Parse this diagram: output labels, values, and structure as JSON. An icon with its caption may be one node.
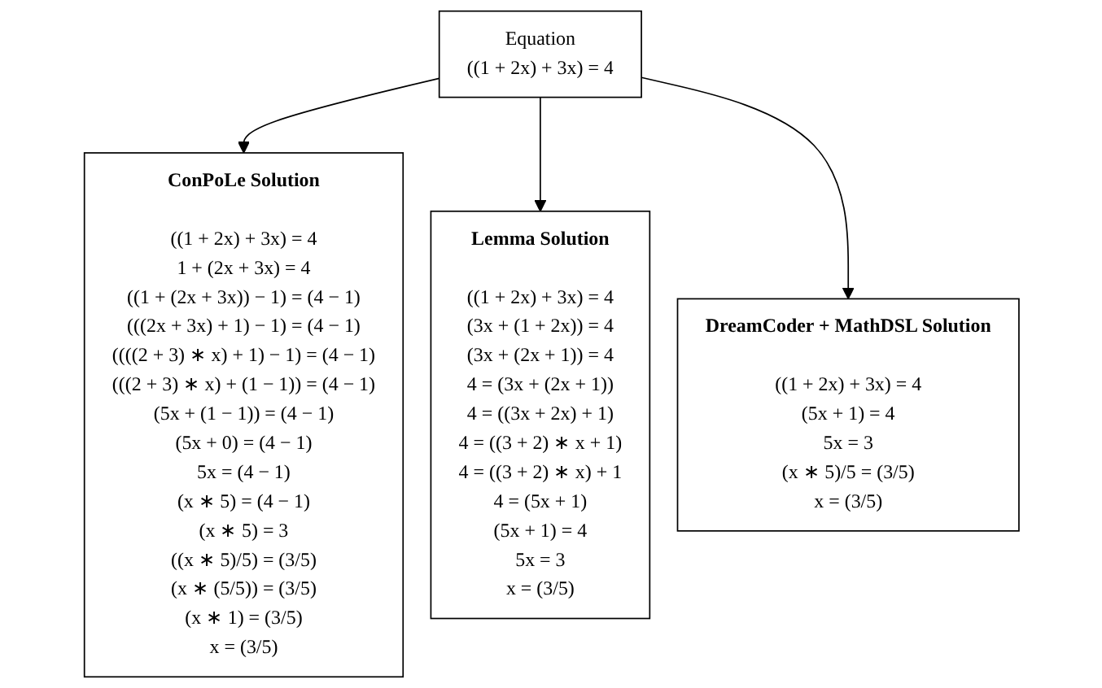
{
  "diagram": {
    "nodes": [
      {
        "text": [
          "Equation",
          "((1 + 2x) + 3x) = 4"
        ]
      },
      {
        "text": [
          "ConPoLe Solution",
          "((1 + 2x) + 3x) = 4",
          "1 + (2x + 3x) = 4",
          "((1 + (2x + 3x)) − 1) = (4 − 1)",
          "(((2x + 3x) + 1) − 1) = (4 − 1)",
          "((((2 + 3) ∗ x) + 1) − 1) = (4 − 1)",
          "(((2 + 3) ∗ x) + (1 − 1)) = (4 − 1)",
          "(5x + (1 − 1)) = (4 − 1)",
          "(5x + 0) = (4 − 1)",
          "5x = (4 − 1)",
          "(x ∗ 5) = (4 − 1)",
          "(x ∗ 5) = 3",
          "((x ∗ 5)/5) = (3/5)",
          "(x ∗ (5/5)) = (3/5)",
          "(x ∗ 1) = (3/5)",
          "x = (3/5)"
        ]
      },
      {
        "text": [
          "Lemma Solution",
          "((1 + 2x) + 3x) = 4",
          "(3x + (1 + 2x)) = 4",
          "(3x + (2x + 1)) = 4",
          "4 = (3x + (2x + 1))",
          "4 = ((3x + 2x) + 1)",
          "4 = ((3 + 2) ∗ x + 1)",
          "4 = ((3 + 2) ∗ x) + 1",
          "4 = (5x + 1)",
          "(5x + 1) = 4",
          "5x = 3",
          "x = (3/5)"
        ]
      },
      {
        "text": [
          "DreamCoder + MathDSL Solution",
          "((1 + 2x) + 3x) = 4",
          "(5x + 1) = 4",
          "5x = 3",
          "(x ∗ 5)/5 = (3/5)",
          "x = (3/5)"
        ]
      }
    ],
    "edges": [
      {
        "from": 0,
        "to": 1,
        "arrow": "to"
      },
      {
        "from": 0,
        "to": 2,
        "arrow": "to"
      },
      {
        "from": 0,
        "to": 3,
        "arrow": "to"
      }
    ]
  }
}
